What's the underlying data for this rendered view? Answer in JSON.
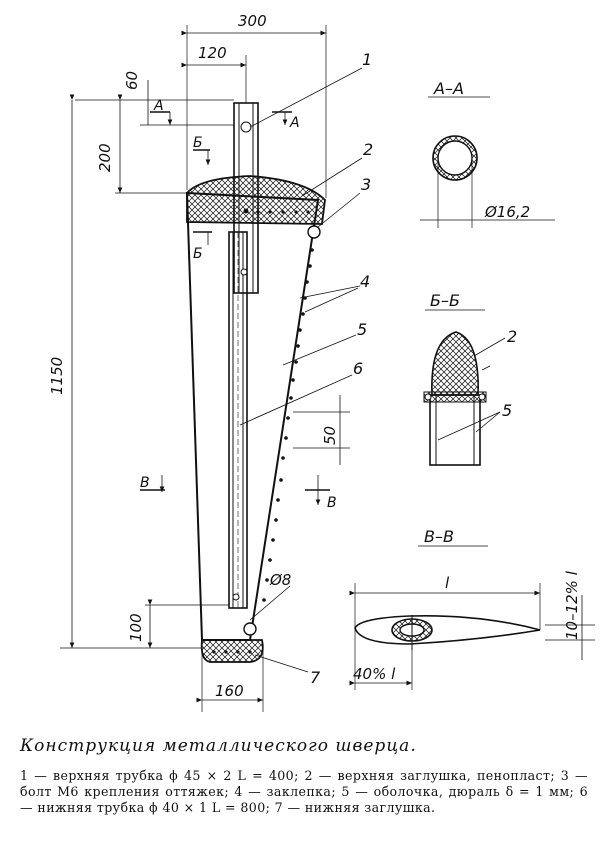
{
  "dims": {
    "w300": "300",
    "w120": "120",
    "v60": "60",
    "v200": "200",
    "v1150": "1150",
    "v100": "100",
    "w160": "160",
    "v50": "50",
    "d8": "Ø8",
    "d16": "Ø16,2",
    "l": "l",
    "pct40": "40% l",
    "thick": "10–12% l"
  },
  "callouts": [
    "1",
    "2",
    "3",
    "4",
    "5",
    "6",
    "7"
  ],
  "section_marks": {
    "a": "А",
    "b": "Б",
    "v": "В"
  },
  "section_titles": {
    "aa": "А–А",
    "bb": "Б–Б",
    "vv": "В–В"
  },
  "section_callouts": {
    "bb_2": "2",
    "bb_5": "5"
  },
  "caption": "Конструкция металлического шверца.",
  "legend": "1 — верхняя трубка  ϕ 45 × 2  L = 400;  2 — верхняя заглушка, пенопласт; 3 — болт М6 крепления оттяжек; 4 — заклепка;  5 — оболочка,  дюраль  δ = 1  мм;  6 — нижняя  трубка ϕ 40 × 1 L = 800; 7 — нижняя заглушка."
}
